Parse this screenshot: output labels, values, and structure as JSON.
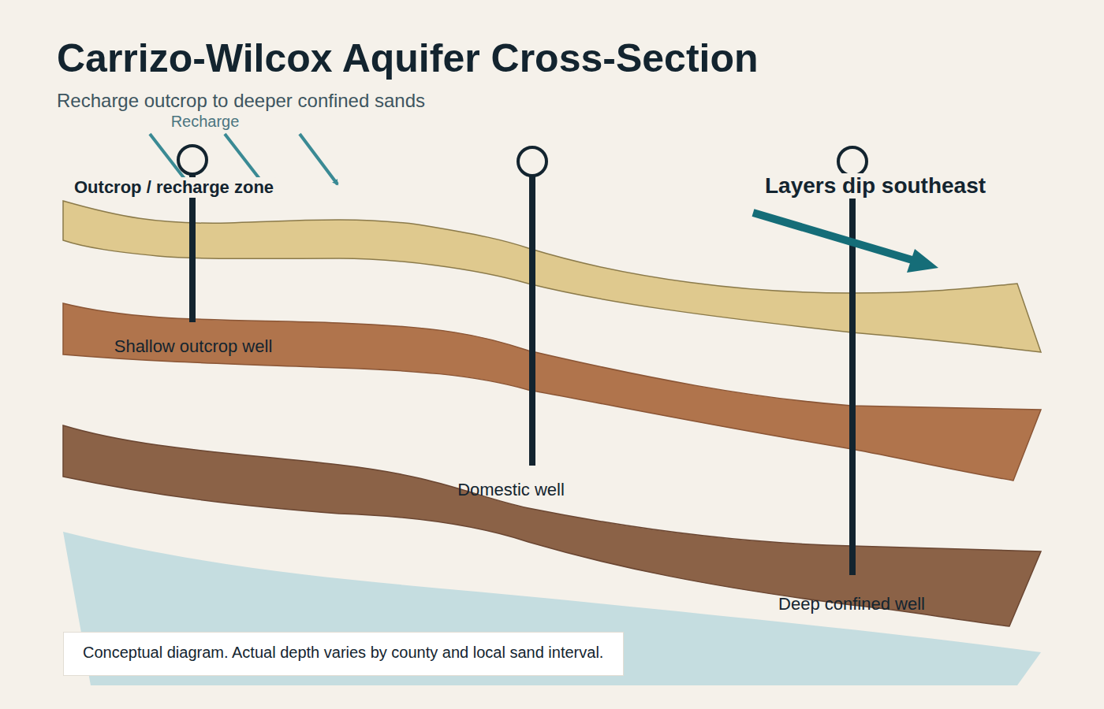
{
  "diagram": {
    "title": "Carrizo-Wilcox Aquifer Cross-Section",
    "caption": "Recharge outcrop to deeper confined sands",
    "nodes": [
      {
        "text": [
          "Conceptual diagram. Actual depth varies by county and local sand interval."
        ]
      }
    ],
    "labels": [
      "Recharge",
      "Outcrop / recharge zone",
      "Layers dip southeast",
      "Shallow outcrop well",
      "Domestic well",
      "Deep confined well"
    ]
  }
}
